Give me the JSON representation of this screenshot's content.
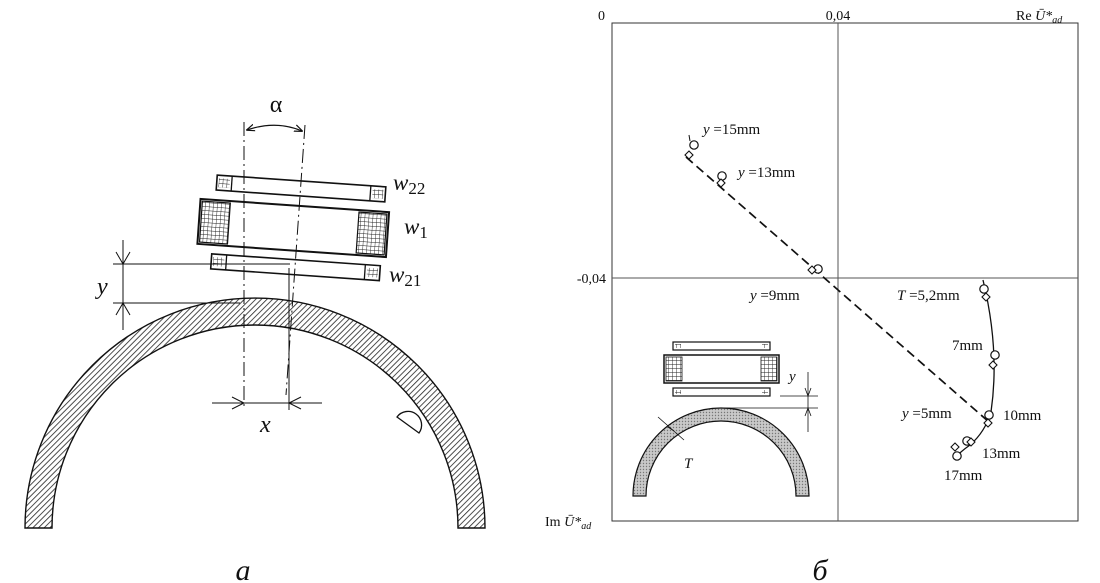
{
  "panel_a": {
    "caption": "а",
    "angle_symbol": "α",
    "coil_upper": {
      "base": "w",
      "sub": "22"
    },
    "coil_main": {
      "base": "w",
      "sub": "1"
    },
    "coil_lower": {
      "base": "w",
      "sub": "21"
    },
    "gap_symbol": "y",
    "offset_symbol": "x"
  },
  "panel_b": {
    "caption": "б",
    "x_axis_origin": "0",
    "x_axis_tick": "0,04",
    "x_axis_label_prefix": "Re ",
    "x_axis_label_symbol": "Ū*",
    "x_axis_label_sub": "ad",
    "y_axis_tick": "-0,04",
    "y_axis_label_prefix": "Im ",
    "y_axis_label_symbol": "Ū*",
    "y_axis_label_sub": "ad",
    "gap_series_labels": {
      "y15": {
        "sym": "y",
        "text": " =15mm"
      },
      "y13": {
        "sym": "y",
        "text": " =13mm"
      },
      "y9": {
        "sym": "y",
        "text": " =9mm"
      },
      "y5": {
        "sym": "y",
        "text": " =5mm"
      }
    },
    "thickness_series_labels": {
      "t52": {
        "sym": "T",
        "text": " =5,2mm"
      },
      "t7": "7mm",
      "t10": "10mm",
      "t13": "13mm",
      "t17": "17mm"
    },
    "inset_gap_symbol": "y",
    "inset_thickness_symbol": "T"
  }
}
